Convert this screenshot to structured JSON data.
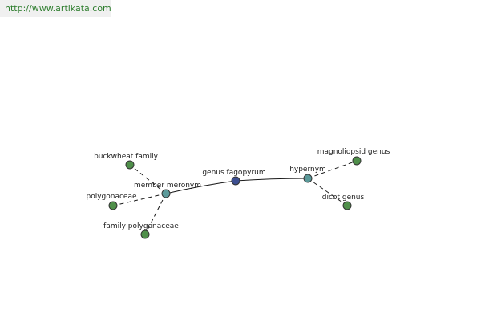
{
  "header": {
    "source_url": "http://www.artikata.com"
  },
  "graph": {
    "nodes": {
      "center": {
        "label": "genus fagopyrum",
        "role": "center",
        "color": "#3d4f91"
      },
      "member_meronym": {
        "label": "member meronym",
        "role": "relation",
        "color": "#5b9a9a"
      },
      "hypernym": {
        "label": "hypernym",
        "role": "relation",
        "color": "#5b9a9a"
      },
      "buckwheat_family": {
        "label": "buckwheat family",
        "role": "term",
        "color": "#4f8f4a"
      },
      "polygonaceae": {
        "label": "polygonaceae",
        "role": "term",
        "color": "#4f8f4a"
      },
      "family_polygonaceae": {
        "label": "family polygonaceae",
        "role": "term",
        "color": "#4f8f4a"
      },
      "magnoliopsid_genus": {
        "label": "magnoliopsid genus",
        "role": "term",
        "color": "#4f8f4a"
      },
      "dicot_genus": {
        "label": "dicot genus",
        "role": "term",
        "color": "#4f8f4a"
      }
    },
    "edges": [
      {
        "from": "member_meronym",
        "to": "center",
        "style": "solid"
      },
      {
        "from": "center",
        "to": "hypernym",
        "style": "solid"
      },
      {
        "from": "member_meronym",
        "to": "buckwheat_family",
        "style": "dashed"
      },
      {
        "from": "member_meronym",
        "to": "polygonaceae",
        "style": "dashed"
      },
      {
        "from": "member_meronym",
        "to": "family_polygonaceae",
        "style": "dashed"
      },
      {
        "from": "hypernym",
        "to": "magnoliopsid_genus",
        "style": "dashed"
      },
      {
        "from": "hypernym",
        "to": "dicot_genus",
        "style": "dashed"
      }
    ]
  }
}
